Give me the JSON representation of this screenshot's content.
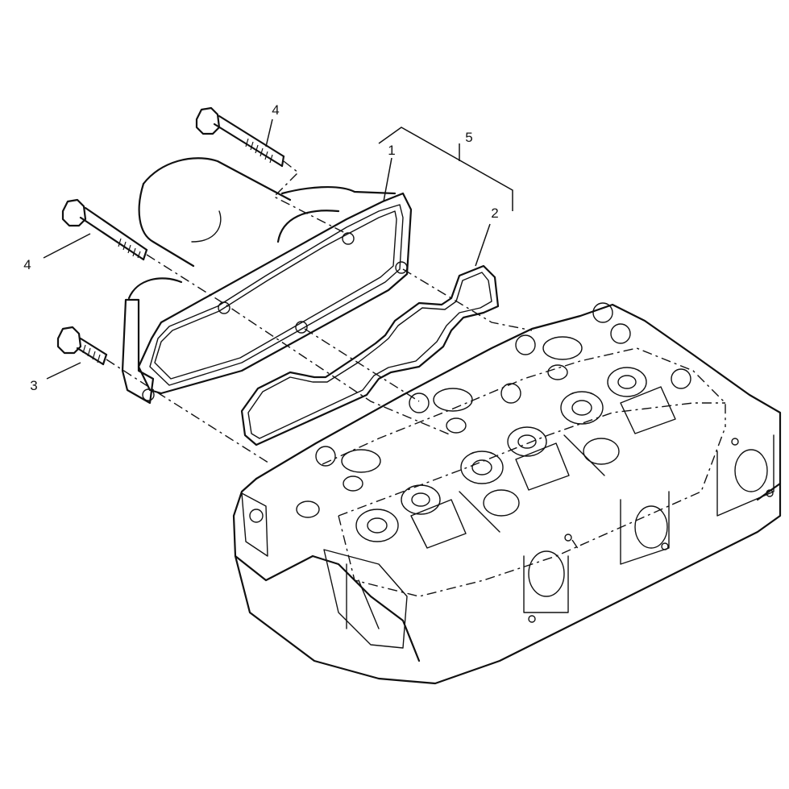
{
  "diagram": {
    "callouts": [
      {
        "id": "callout-1",
        "text": "1"
      },
      {
        "id": "callout-2",
        "text": "2"
      },
      {
        "id": "callout-3",
        "text": "3"
      },
      {
        "id": "callout-4a",
        "text": "4"
      },
      {
        "id": "callout-4b",
        "text": "4"
      },
      {
        "id": "callout-5",
        "text": "5"
      }
    ]
  },
  "colors": {
    "line": "#111111",
    "background": "#ffffff"
  }
}
